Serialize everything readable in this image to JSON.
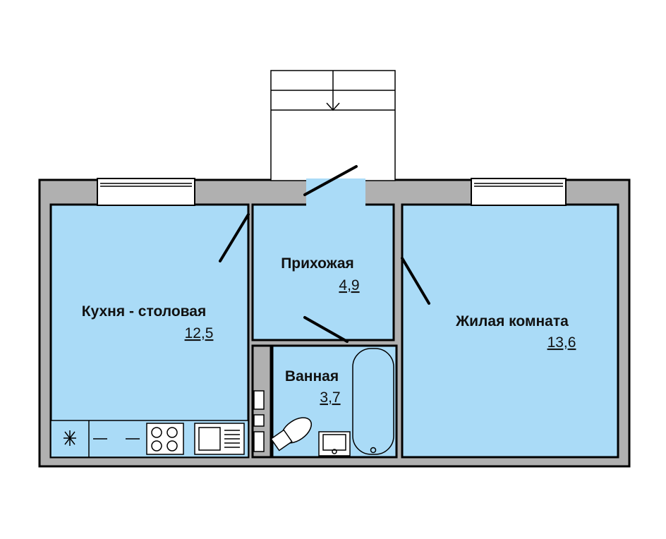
{
  "plan": {
    "colors": {
      "floor": "#aadbf7",
      "wall": "#b0b0b0",
      "line": "#000000",
      "fixture_fill": "#ffffff"
    },
    "rooms": [
      {
        "id": "kitchen",
        "name": "Кухня - столовая",
        "area": "12,5"
      },
      {
        "id": "hall",
        "name": "Прихожая",
        "area": "4,9"
      },
      {
        "id": "bath",
        "name": "Ванная",
        "area": "3,7"
      },
      {
        "id": "living",
        "name": "Жилая комната",
        "area": "13,6"
      }
    ],
    "fixture_icons": [
      "window-icon",
      "door-icon",
      "entrance-arrow-icon",
      "stove-icon",
      "sink-icon",
      "bathtub-icon",
      "toilet-icon",
      "ventilation-icon"
    ]
  }
}
